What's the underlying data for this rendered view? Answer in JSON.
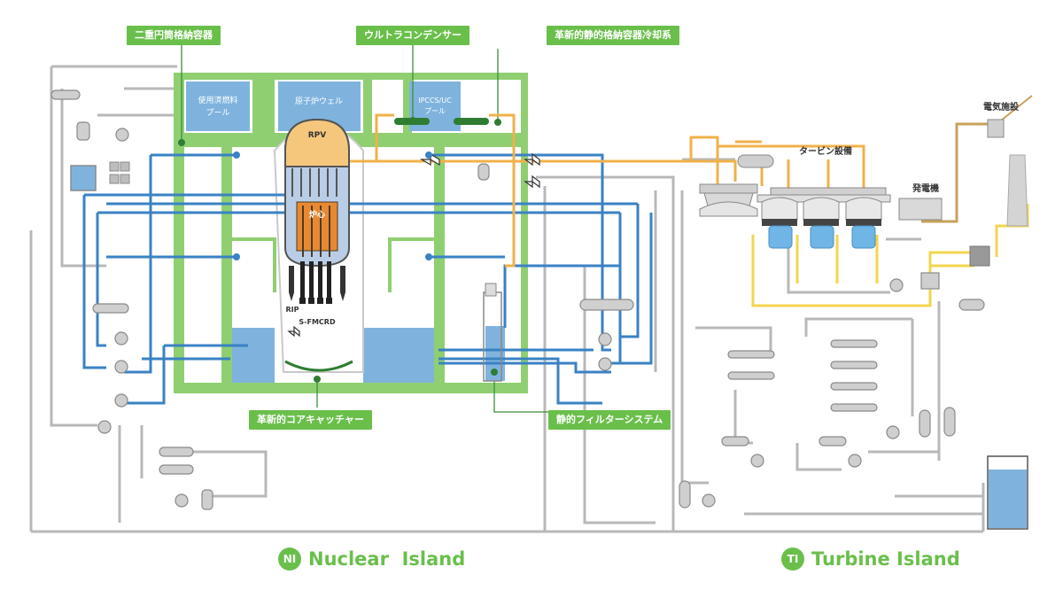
{
  "callouts": {
    "double_cylinder_containment": "二重円筒格納容器",
    "ultra_condenser": "ウルトラコンデンサー",
    "passive_cooling": "革新的静的格納容器冷却系",
    "core_catcher": "革新的コアキャッチャー",
    "static_filter": "静的フィルターシステム"
  },
  "labels": {
    "spent_fuel_pool": [
      "使用済燃料",
      "プール"
    ],
    "reactor_well": "原子炉ウェル",
    "ipccs_pool": [
      "IPCCS/UC",
      "プール"
    ],
    "rpv": "RPV",
    "core": "炉心",
    "rip": "RIP",
    "sfmcrd": "S-FMCRD",
    "turbine_equipment": "タービン設備",
    "generator_building": "発電機",
    "electric_facility": "電気施設"
  },
  "islands": {
    "nuclear": {
      "badge": "NI",
      "label": "Nuclear  Island"
    },
    "turbine": {
      "badge": "TI",
      "label": "Turbine Island"
    }
  },
  "colors": {
    "containment_green": "#8fcf72",
    "callout_green": "#6abf4b",
    "pool_blue": "#7fb3de",
    "pipe_blue": "#3a82c4",
    "pipe_gray": "#b8b8b8",
    "steam_orange": "#f0b14a",
    "feed_yellow": "#f3d54e",
    "power_brown": "#c8a25a",
    "rpv_body": "#b9cde6",
    "core_orange": "#e8892f"
  }
}
